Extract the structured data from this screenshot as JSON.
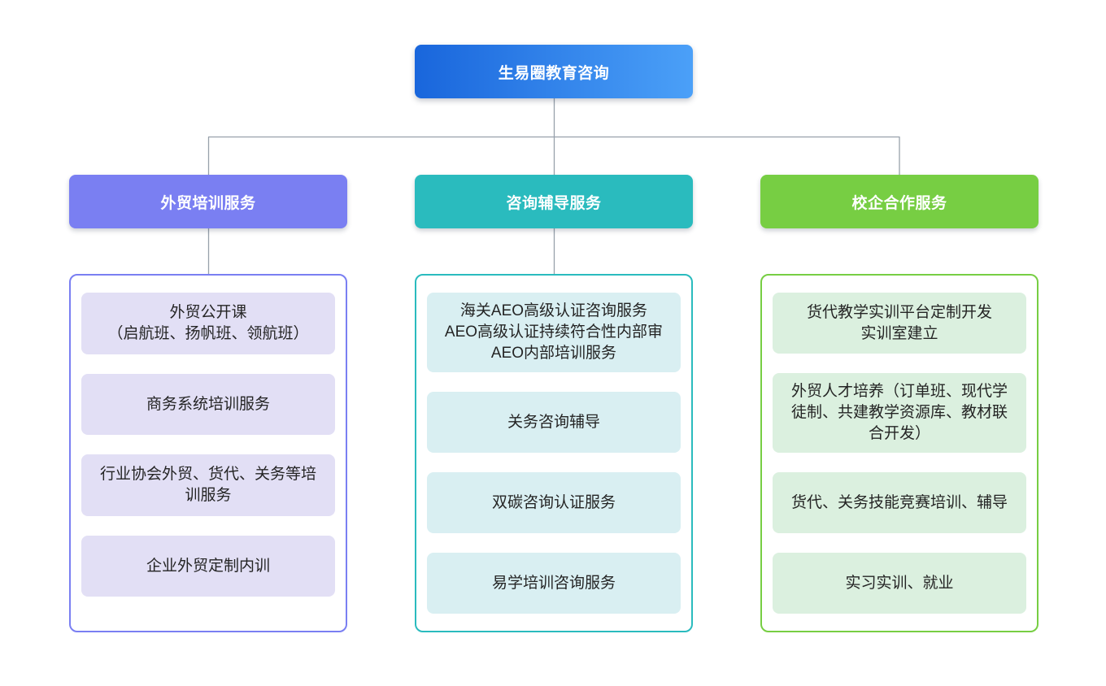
{
  "root": {
    "label": "生易圈教育咨询"
  },
  "columns": [
    {
      "header": "外贸培训服务",
      "theme": "purple",
      "items": [
        {
          "text": "外贸公开课\n（启航班、扬帆班、领航班）"
        },
        {
          "text": "商务系统培训服务"
        },
        {
          "text": "行业协会外贸、货代、关务等培训服务"
        },
        {
          "text": "企业外贸定制内训"
        }
      ]
    },
    {
      "header": "咨询辅导服务",
      "theme": "teal",
      "items": [
        {
          "text": "海关AEO高级认证咨询服务\nAEO高级认证持续符合性内部审\nAEO内部培训服务"
        },
        {
          "text": "关务咨询辅导"
        },
        {
          "text": "双碳咨询认证服务"
        },
        {
          "text": "易学培训咨询服务"
        }
      ]
    },
    {
      "header": "校企合作服务",
      "theme": "green",
      "items": [
        {
          "text": "货代教学实训平台定制开发\n实训室建立"
        },
        {
          "text": "外贸人才培养（订单班、现代学徒制、共建教学资源库、教材联合开发）"
        },
        {
          "text": "货代、关务技能竞赛培训、辅导"
        },
        {
          "text": "实习实训、就业"
        }
      ]
    }
  ],
  "colors": {
    "root-grad-start": "#1966DC",
    "root-grad-end": "#4BA0F8",
    "purple": "#7A7FF2",
    "purple-light": "#E2DFF5",
    "teal": "#2ABBBE",
    "teal-light": "#D9EFF2",
    "green": "#77CE43",
    "green-light": "#DBF0DF",
    "connector": "#97A1AB",
    "text-dark": "#242424",
    "text-light": "#FFFFFF"
  }
}
